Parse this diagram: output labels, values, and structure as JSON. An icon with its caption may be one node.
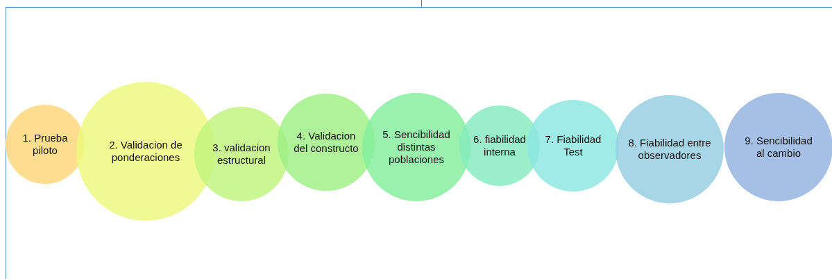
{
  "diagram": {
    "nodes": [
      {
        "text": [
          "1. Prueba piloto"
        ]
      },
      {
        "text": [
          "2. Validacion de ponderaciones"
        ]
      },
      {
        "text": [
          "3. validacion estructural"
        ]
      },
      {
        "text": [
          "4. Validacion del constructo"
        ]
      },
      {
        "text": [
          "5. Sencibilidad distintas poblaciones"
        ]
      },
      {
        "text": [
          "6. fiabilidad interna"
        ]
      },
      {
        "text": [
          "7. Fiabilidad Test"
        ]
      },
      {
        "text": [
          "8. Fiabilidad entre observadores"
        ]
      },
      {
        "text": [
          "9. Sencibilidad al cambio"
        ]
      }
    ]
  }
}
